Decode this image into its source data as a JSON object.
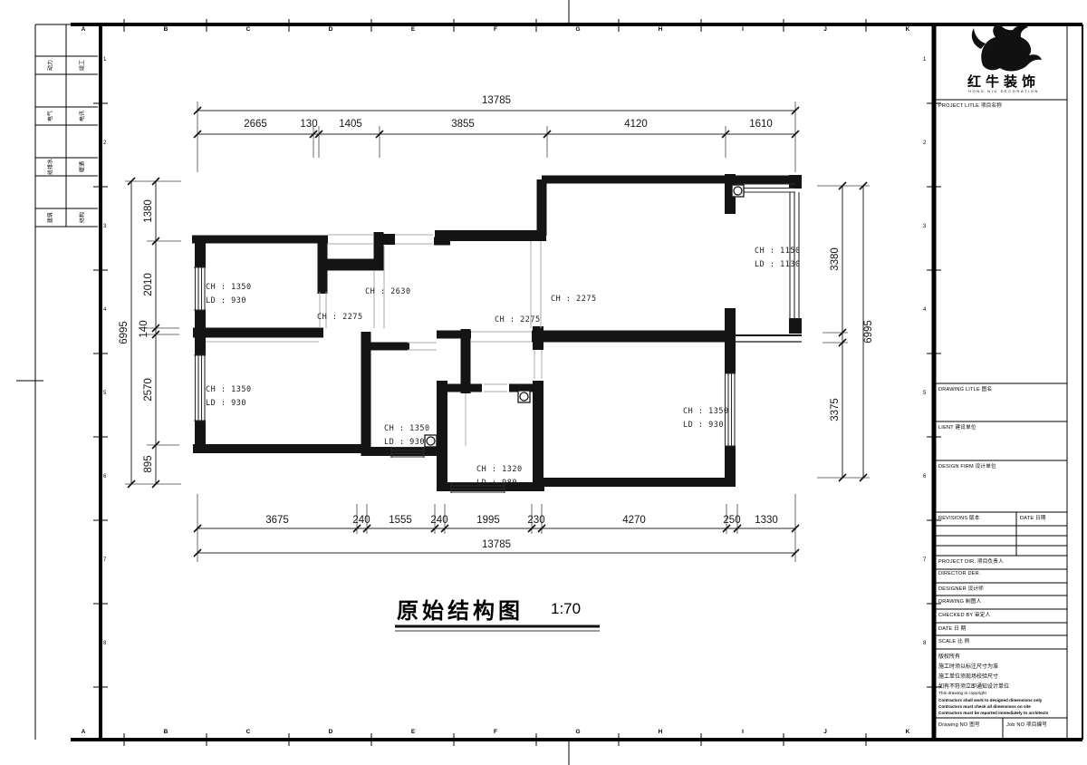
{
  "sheet": {
    "grid_letters": [
      "A",
      "B",
      "C",
      "D",
      "E",
      "F",
      "G",
      "H",
      "I",
      "J",
      "K"
    ],
    "grid_numbers": [
      "1",
      "2",
      "3",
      "4",
      "5",
      "6",
      "7",
      "8"
    ],
    "binding_rows": [
      [
        "动力",
        "竣工"
      ],
      [
        "电气",
        "电讯"
      ],
      [
        "给排水",
        "暖通"
      ],
      [
        "建筑",
        "结构"
      ]
    ]
  },
  "plan": {
    "title": "原始结构图",
    "scale": "1:70",
    "dims": {
      "top_total": "13785",
      "top": [
        "2665",
        "130",
        "1405",
        "3855",
        "4120",
        "1610"
      ],
      "bottom": [
        "3675",
        "240",
        "1555",
        "240",
        "1995",
        "230",
        "4270",
        "250",
        "1330"
      ],
      "bottom_total": "13785",
      "left_total": "6995",
      "left": [
        "1380",
        "2010",
        "140",
        "2570",
        "895"
      ],
      "right": [
        "3380",
        "3375"
      ],
      "right_total": "6995"
    },
    "labels": [
      "CH : 1350",
      "LD : 930",
      "CH : 2275",
      "CH : 2630",
      "CH : 2275",
      "CH : 2275",
      "CH : 1150",
      "LD : 1130",
      "CH : 1350",
      "LD : 930",
      "CH : 1350",
      "LD : 930",
      "CH : 1320",
      "LD : 980",
      "CH : 1350",
      "LD : 930"
    ]
  },
  "title_block": {
    "logo": {
      "brand": "红牛装饰",
      "caption": "HONG NIU DECORATION",
      "registered": "®"
    },
    "project_title": "PROJECT LITLE  项目名称",
    "drawing_title": "DRAWING LITLE  图名",
    "client": "LIENT  建设单位",
    "design_firm": "DESIGN FIRM  设计单位",
    "revisions": "REVISIONS  版本",
    "rev_date": "DATE  日期",
    "project_dir": "PROJECT DIR.  项目负责人",
    "director": "DIRECTOR DER.",
    "designer": "DESIGNER    设计师",
    "drawing": "DRAWING     制图人",
    "checked_by": "CHECKED BY  审定人",
    "date": "DATE        日  期",
    "scale": "SCALE       比  例",
    "notes": [
      "版权所有",
      "施工时须以标注尺寸为准",
      "施工单位须现场校验尺寸",
      "如有不符须立即通知设计单位",
      "This drawing is copyright",
      "Contractors shall work to designed dimensions only",
      "Contractors must check all dimensions on site",
      "Contractors must be reported immediately to architects"
    ],
    "drawing_no": "Drawing NO  图号",
    "job_no": "Job NO  项目编号"
  }
}
